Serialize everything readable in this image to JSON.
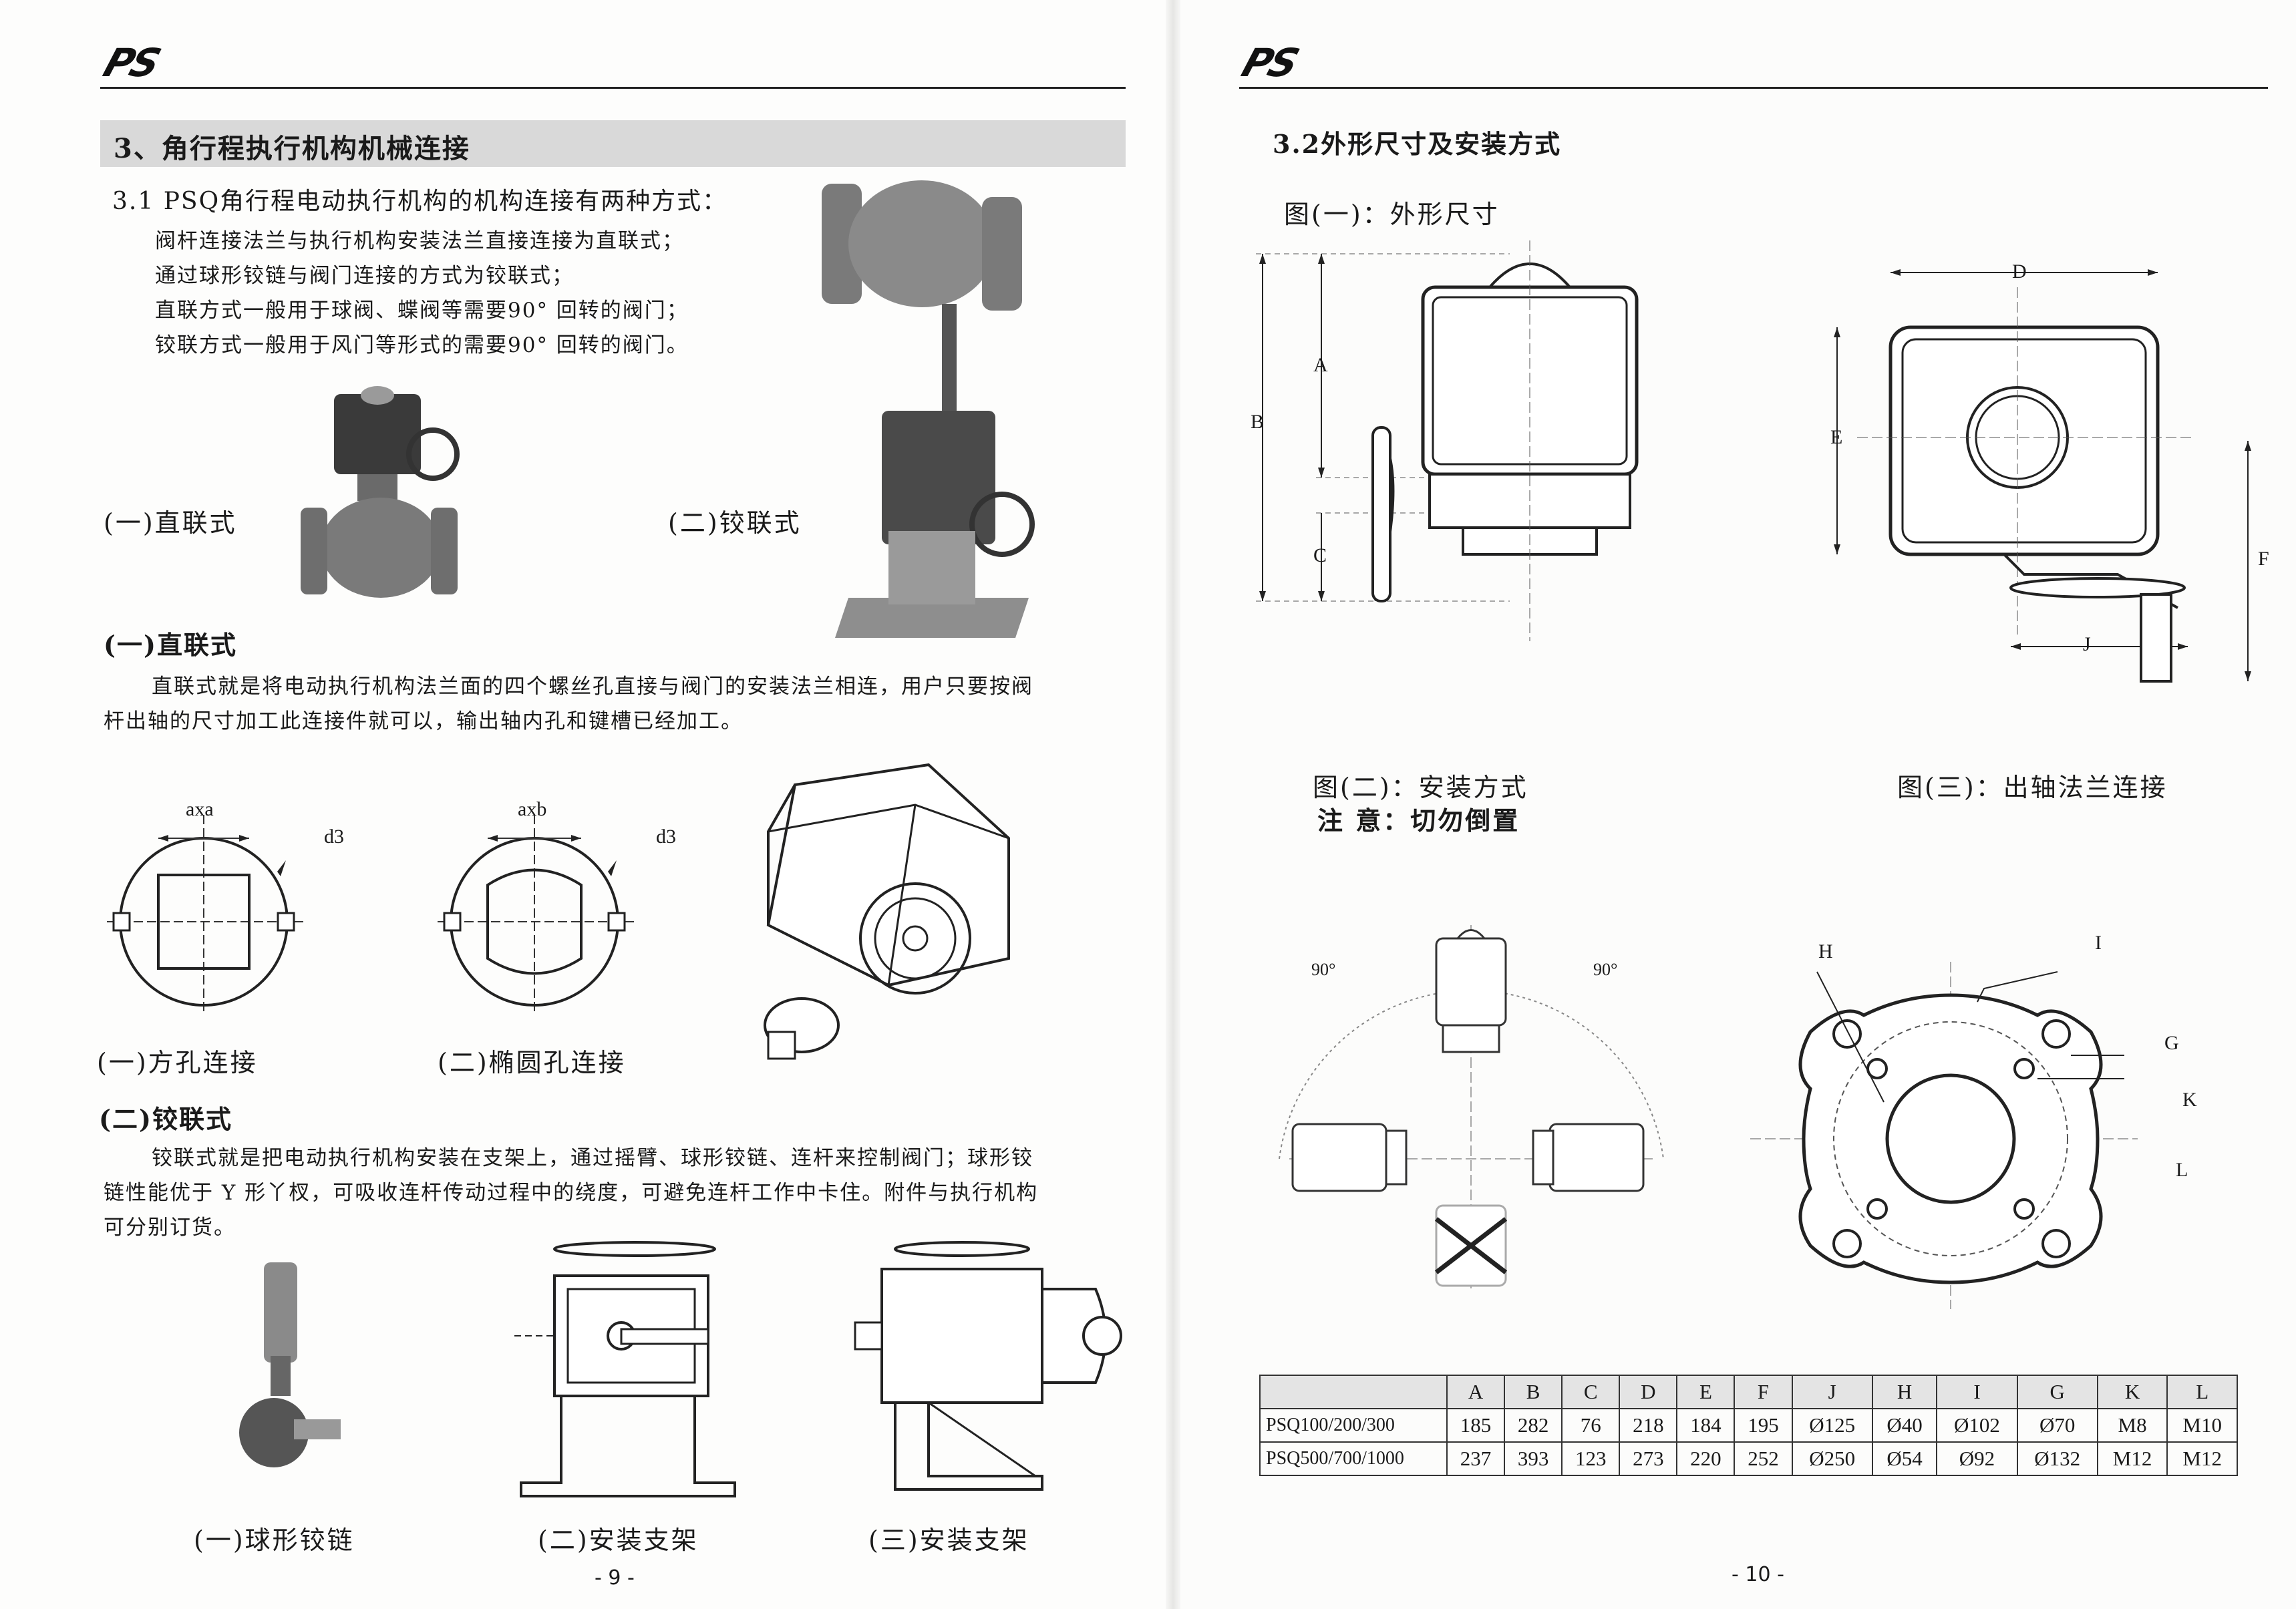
{
  "left_page": {
    "logo": "PS",
    "section_title": "3、角行程执行机构机械连接",
    "subsection_title": "3.1 PSQ角行程电动执行机构的机构连接有两种方式：",
    "intro_lines": [
      "阀杆连接法兰与执行机构安装法兰直接连接为直联式；",
      "通过球形铰链与阀门连接的方式为铰联式；",
      "直联方式一般用于球阀、蝶阀等需要90° 回转的阀门；",
      "铰联方式一般用于风门等形式的需要90° 回转的阀门。"
    ],
    "fig_direct_caption": "(一)直联式",
    "fig_hinge_caption": "(二)铰联式",
    "direct_heading": "(一)直联式",
    "direct_paragraph_lines": [
      "直联式就是将电动执行机构法兰面的四个螺丝孔直接与阀门的安装法兰相连，用户只要按阀",
      "杆出轴的尺寸加工此连接件就可以，输出轴内孔和键槽已经加工。"
    ],
    "square_hole": {
      "dim_label": "axa",
      "d_label": "d3",
      "caption": "(一)方孔连接"
    },
    "ellipse_hole": {
      "dim_label": "axb",
      "d_label": "d3",
      "caption": "(二)椭圆孔连接"
    },
    "hinge_heading": "(二)铰联式",
    "hinge_paragraph_lines": [
      "铰联式就是把电动执行机构安装在支架上，通过摇臂、球形铰链、连杆来控制阀门；球形铰",
      "链性能优于 Y 形丫杈，可吸收连杆传动过程中的绕度，可避免连杆工作中卡住。附件与执行机构",
      "可分别订货。"
    ],
    "bottom_captions": [
      "(一)球形铰链",
      "(二)安装支架",
      "(三)安装支架"
    ],
    "page_number": "- 9 -"
  },
  "right_page": {
    "logo": "PS",
    "section_title": "3.2外形尺寸及安装方式",
    "fig1_caption": "图(一)：外形尺寸",
    "dim_labels": {
      "A": "A",
      "B": "B",
      "C": "C",
      "D": "D",
      "E": "E",
      "F": "F",
      "J": "J"
    },
    "fig2_caption": "图(二)：安装方式",
    "fig2_note": "注 意：切勿倒置",
    "fig3_caption": "图(三)：出轴法兰连接",
    "angle_left": "90°",
    "angle_right": "90°",
    "flange_labels": {
      "H": "H",
      "I": "I",
      "G": "G",
      "K": "K",
      "L": "L"
    },
    "table": {
      "headers": [
        "",
        "A",
        "B",
        "C",
        "D",
        "E",
        "F",
        "J",
        "H",
        "I",
        "G",
        "K",
        "L"
      ],
      "rows": [
        [
          "PSQ100/200/300",
          "185",
          "282",
          "76",
          "218",
          "184",
          "195",
          "Ø125",
          "Ø40",
          "Ø102",
          "Ø70",
          "M8",
          "M10"
        ],
        [
          "PSQ500/700/1000",
          "237",
          "393",
          "123",
          "273",
          "220",
          "252",
          "Ø250",
          "Ø54",
          "Ø92",
          "Ø132",
          "M12",
          "M12"
        ]
      ]
    },
    "page_number": "- 10 -"
  }
}
